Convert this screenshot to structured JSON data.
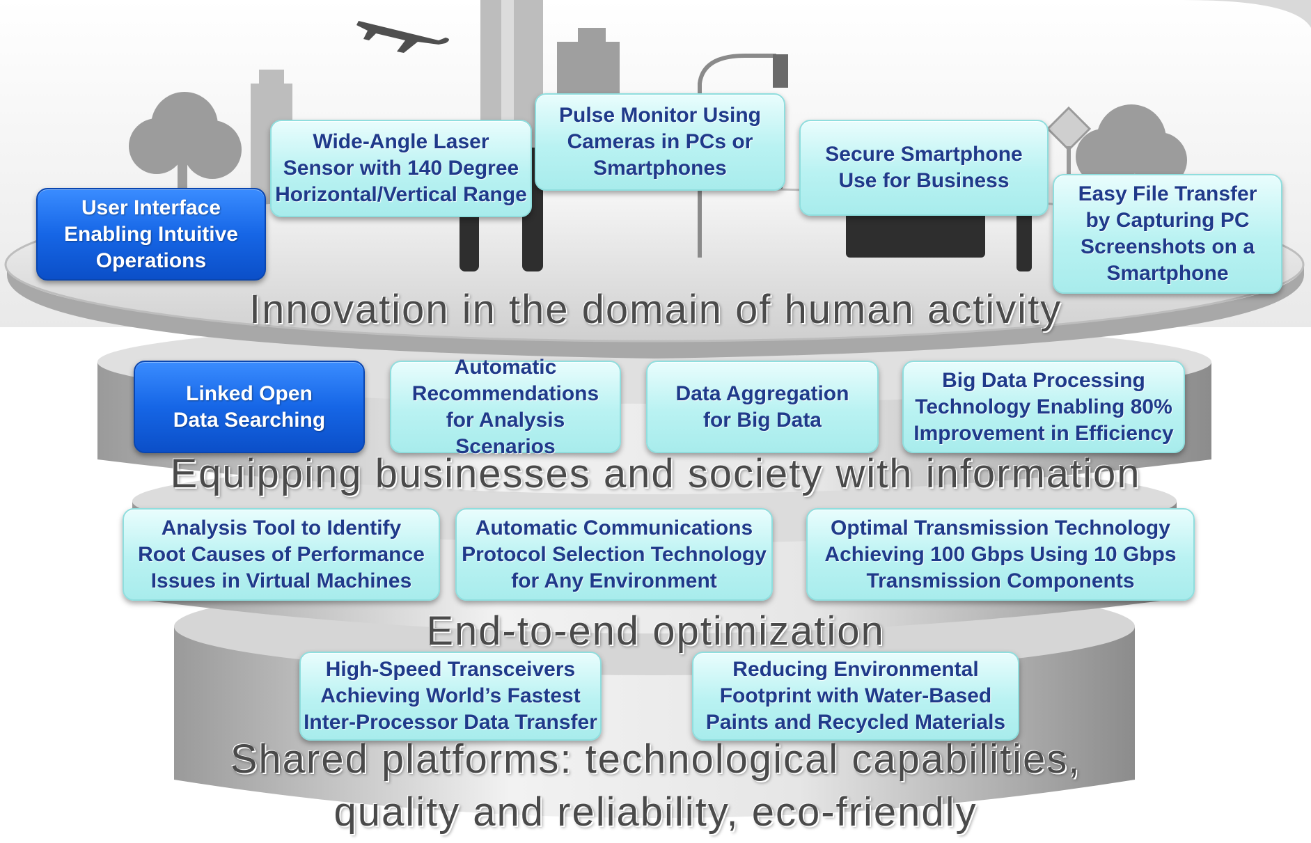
{
  "tiers": {
    "human": "Innovation in the domain of human activity",
    "info": "Equipping businesses and society with information",
    "optimization": "End-to-end optimization",
    "platforms_line1": "Shared platforms: technological capabilities,",
    "platforms_line2": "quality and reliability, eco-friendly"
  },
  "boxes": {
    "user_interface": "User Interface\nEnabling Intuitive\nOperations",
    "laser_sensor": "Wide-Angle Laser\nSensor with 140 Degree\nHorizontal/Vertical Range",
    "pulse_monitor": "Pulse Monitor Using\nCameras in PCs or\nSmartphones",
    "secure_smartphone": "Secure Smartphone\nUse for Business",
    "file_transfer": "Easy File Transfer\nby Capturing PC\nScreenshots on a\nSmartphone",
    "linked_open_data": "Linked Open\nData Searching",
    "auto_recommendations": "Automatic\nRecommendations\nfor Analysis Scenarios",
    "data_aggregation": "Data Aggregation\nfor Big Data",
    "big_data_processing": "Big Data Processing\nTechnology Enabling 80%\nImprovement in Efficiency",
    "analysis_tool": "Analysis Tool to Identify\nRoot Causes of Performance\nIssues in Virtual Machines",
    "protocol_selection": "Automatic Communications\nProtocol Selection Technology\nfor Any Environment",
    "optimal_transmission": "Optimal Transmission Technology\nAchieving 100 Gbps Using 10 Gbps\nTransmission Components",
    "transceivers": "High-Speed Transceivers\nAchieving World’s Fastest\nInter-Processor Data Transfer",
    "environmental": "Reducing Environmental\nFootprint with Water-Based\nPaints and Recycled Materials"
  },
  "colors": {
    "cyan_box": "#b9f2f2",
    "blue_box": "#1666e6",
    "cyan_text": "#1f3a8a",
    "tier_text": "#4a4a4a"
  }
}
